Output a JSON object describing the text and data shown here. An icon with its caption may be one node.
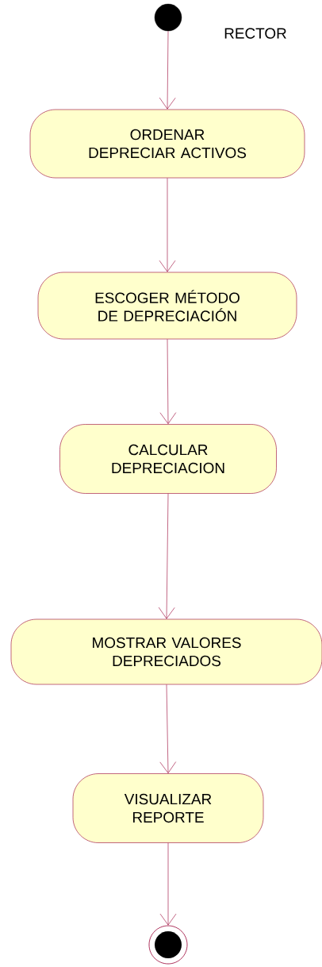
{
  "diagram": {
    "nodes": [
      {
        "text": [],
        "shape": "circle"
      },
      {
        "text": [
          "ORDENAR DEPRECIAR ACTIVOS"
        ]
      },
      {
        "text": [
          "ESCOGER MÉTODO DE DEPRECIACIÓN"
        ]
      },
      {
        "text": [
          "CALCULAR DEPRECIACION"
        ]
      },
      {
        "text": [
          "MOSTRAR VALORES DEPRECIADOS"
        ]
      },
      {
        "text": [
          "VISUALIZAR REPORTE"
        ]
      },
      {
        "text": [],
        "shape": "circle"
      }
    ],
    "edges": [
      {
        "from": 0,
        "to": 1,
        "arrow": "to"
      },
      {
        "from": 1,
        "to": 2,
        "arrow": "to"
      },
      {
        "from": 2,
        "to": 3,
        "arrow": "to"
      },
      {
        "from": 3,
        "to": 4,
        "arrow": "to"
      },
      {
        "from": 4,
        "to": 5,
        "arrow": "to"
      },
      {
        "from": 5,
        "to": 6,
        "arrow": "to"
      }
    ],
    "labels": [
      "RECTOR"
    ]
  }
}
